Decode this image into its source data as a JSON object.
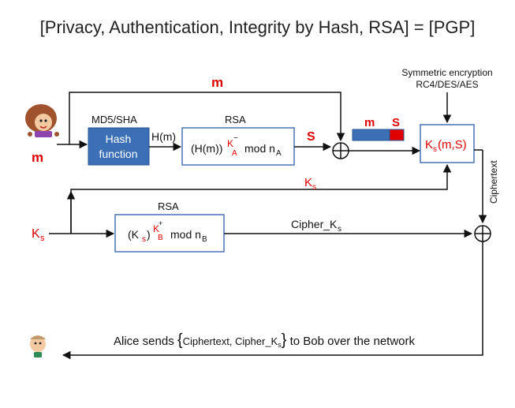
{
  "title": "[Privacy, Authentication, Integrity by Hash, RSA] = [PGP]",
  "alice_icon": "alice-avatar-icon",
  "bob_icon": "bob-avatar-icon",
  "labels": {
    "m_top": "m",
    "m_left": "m",
    "md5_sha": "MD5/SHA",
    "hash_line1": "Hash",
    "hash_line2": "function",
    "h_of_m": "H(m)",
    "rsa_top": "RSA",
    "rsa_expr_prefix": "(H(m))",
    "rsa_key_sign": "−",
    "rsa_key_letter": "K",
    "rsa_key_sub": "A",
    "rsa_mod": "mod n",
    "rsa_mod_sub": "A",
    "s_out": "S",
    "bar_m": "m",
    "bar_s": "S",
    "sym_line1": "Symmetric encryption",
    "sym_line2": "RC4/DES/AES",
    "ks_box_k": "K",
    "ks_box_sub": "s",
    "ks_box_rest": "(m,S)",
    "ciphertext_vert": "Ciphertext",
    "ks_mid_k": "K",
    "ks_mid_sub": "s",
    "ks_left_k": "K",
    "ks_left_sub": "s",
    "rsa_bottom": "RSA",
    "rsa2_open": "(K",
    "rsa2_sub": "s",
    "rsa2_close": ")",
    "rsa2_key_letter": "K",
    "rsa2_key_sign": "+",
    "rsa2_key_sub": "B",
    "rsa2_mod": "mod n",
    "rsa2_mod_sub": "B",
    "cipher_ks": "Cipher_K",
    "cipher_ks_sub": "s",
    "send_pre": "Alice sends ",
    "send_brace_open": "{",
    "send_inner": "Ciphertext, Cipher_K",
    "send_inner_sub": "s",
    "send_brace_close": "}",
    "send_post": " to Bob over the network"
  },
  "colors": {
    "accent_blue": "#3b6fb6",
    "box_border": "#4a74b5",
    "red": "#e00000",
    "text": "#111111"
  }
}
